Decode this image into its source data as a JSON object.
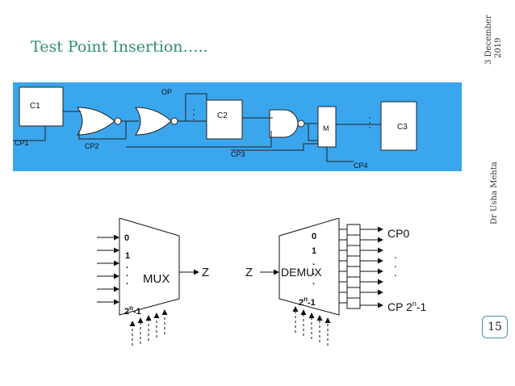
{
  "slide": {
    "title": "Test Point Insertion…..",
    "date_line1": "3 December",
    "date_line2": "2019",
    "author": "Dr Usha Mehta",
    "page_number": "15"
  },
  "circuit": {
    "background": "#3aa6ee",
    "labels": {
      "c1": "C1",
      "c2": "C2",
      "c3": "C3",
      "m": "M",
      "op": "OP",
      "cp1": "CP1",
      "cp2": "CP2",
      "cp3": "CP3",
      "cp4": "CP4"
    }
  },
  "mux_diagram": {
    "mux": {
      "label": "MUX",
      "in_0": "0",
      "in_1": "1",
      "in_last": "2",
      "in_last_sup": "n",
      "in_last_suffix": "-1",
      "output": "Z"
    },
    "demux": {
      "label": "DEMUX",
      "input": "Z",
      "out_0": "0",
      "out_1": "1",
      "out_last": "2",
      "out_last_sup": "n",
      "out_last_suffix": "-1",
      "cp_first": "CP0",
      "cp_last": "CP 2",
      "cp_last_sup": "n",
      "cp_last_suffix": "-1"
    }
  }
}
